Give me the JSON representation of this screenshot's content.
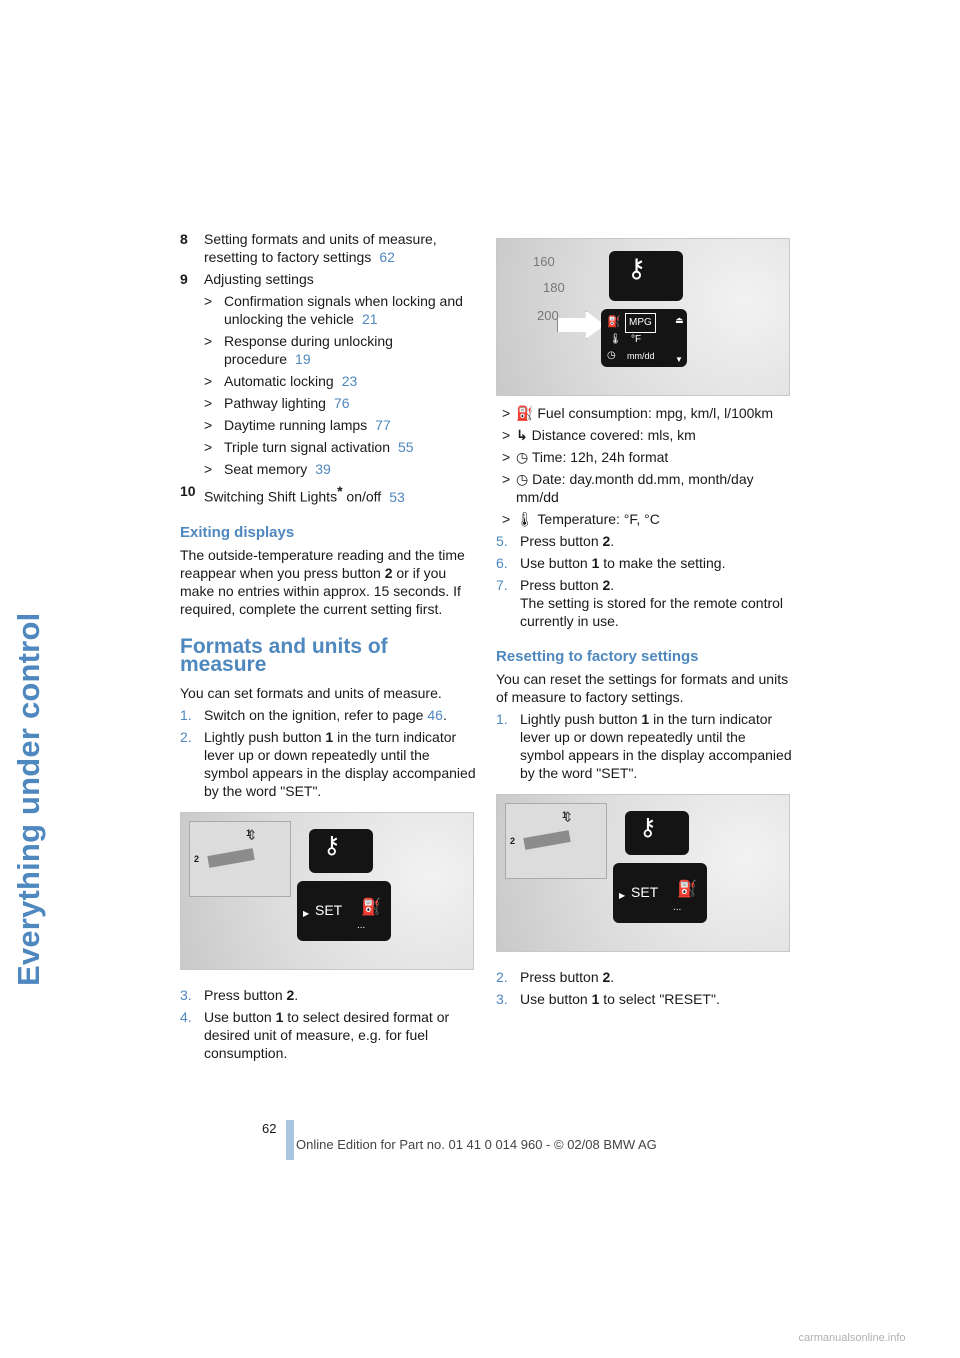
{
  "side_title": "Everything under control",
  "left": {
    "items": [
      {
        "n": "8",
        "text": "Setting formats and units of measure, resetting to factory settings",
        "ref": "62"
      },
      {
        "n": "9",
        "text": "Adjusting settings",
        "ref": ""
      }
    ],
    "subitems": [
      {
        "text": "Confirmation signals when locking and unlocking the vehicle",
        "ref": "21"
      },
      {
        "text": "Response during unlocking procedure",
        "ref": "19"
      },
      {
        "text": "Automatic locking",
        "ref": "23"
      },
      {
        "text": "Pathway lighting",
        "ref": "76"
      },
      {
        "text": "Daytime running lamps",
        "ref": "77"
      },
      {
        "text": "Triple turn signal activation",
        "ref": "55"
      },
      {
        "text": "Seat memory",
        "ref": "39"
      }
    ],
    "item10": {
      "n": "10",
      "text_a": "Switching Shift Lights",
      "star": "*",
      "text_b": " on/off",
      "ref": "53"
    },
    "exiting_heading": "Exiting displays",
    "exiting_text_a": "The outside-temperature reading and the time reappear when you press button ",
    "exiting_btn": "2",
    "exiting_text_b": " or if you make no entries within approx. 15 seconds. If required, complete the current setting first.",
    "formats_heading": "Formats and units of measure",
    "formats_intro": "You can set formats and units of measure.",
    "steps": [
      {
        "n": "1.",
        "a": "Switch on the ignition, refer to page ",
        "b": "",
        "ref": "46",
        "c": "."
      },
      {
        "n": "2.",
        "a": "Lightly push button ",
        "b": "1",
        "ref": "",
        "c": " in the turn indicator lever up or down repeatedly until the symbol appears in the display accompanied by the word \"SET\"."
      }
    ],
    "fig_set": "SET",
    "fig_dots": "...",
    "fig_label_1": "1",
    "fig_label_2": "2",
    "steps2": [
      {
        "n": "3.",
        "a": "Press button ",
        "b": "2",
        "c": "."
      },
      {
        "n": "4.",
        "a": "Use button ",
        "b": "1",
        "c": " to select desired format or desired unit of measure, e.g. for fuel consumption."
      }
    ]
  },
  "right": {
    "fig_mpg": "MPG",
    "fig_f": "°F",
    "fig_date": "mm/dd",
    "fig_g1": "160",
    "fig_g2": "180",
    "fig_g3": "200",
    "bullets": [
      {
        "icon": "fuel-icon",
        "a": "Fuel consumption: mpg, km/l, l/100km"
      },
      {
        "icon": "distance-icon",
        "a": "Distance covered: mls, km"
      },
      {
        "icon": "clock-icon",
        "a": "Time: 12h, 24h format"
      },
      {
        "icon": "clock-icon",
        "a": "Date: day.month dd.mm, month/day mm/dd"
      },
      {
        "icon": "thermometer-icon",
        "a": "Temperature: °F, °C"
      }
    ],
    "steps": [
      {
        "n": "5.",
        "a": "Press button ",
        "b": "2",
        "c": "."
      },
      {
        "n": "6.",
        "a": "Use button ",
        "b": "1",
        "c": " to make the setting."
      },
      {
        "n": "7.",
        "a": "Press button ",
        "b": "2",
        "c": ".",
        "extra": "The setting is stored for the remote control currently in use."
      }
    ],
    "reset_heading": "Resetting to factory settings",
    "reset_intro": "You can reset the settings for formats and units of measure to factory settings.",
    "reset_step1": {
      "n": "1.",
      "a": "Lightly push button ",
      "b": "1",
      "c": " in the turn indicator lever up or down repeatedly until the symbol appears in the display accompanied by the word \"SET\"."
    },
    "fig_set": "SET",
    "fig_dots": "...",
    "fig_label_1": "1",
    "fig_label_2": "2",
    "reset_steps": [
      {
        "n": "2.",
        "a": "Press button ",
        "b": "2",
        "c": "."
      },
      {
        "n": "3.",
        "a": "Use button ",
        "b": "1",
        "c": " to select \"RESET\"."
      }
    ]
  },
  "footer": {
    "page": "62",
    "text": "Online Edition for Part no. 01 41 0 014 960 - © 02/08 BMW AG",
    "watermark": "carmanualsonline.info"
  },
  "colors": {
    "accent": "#4f88bf",
    "footer_bar": "#a8c4e0"
  }
}
